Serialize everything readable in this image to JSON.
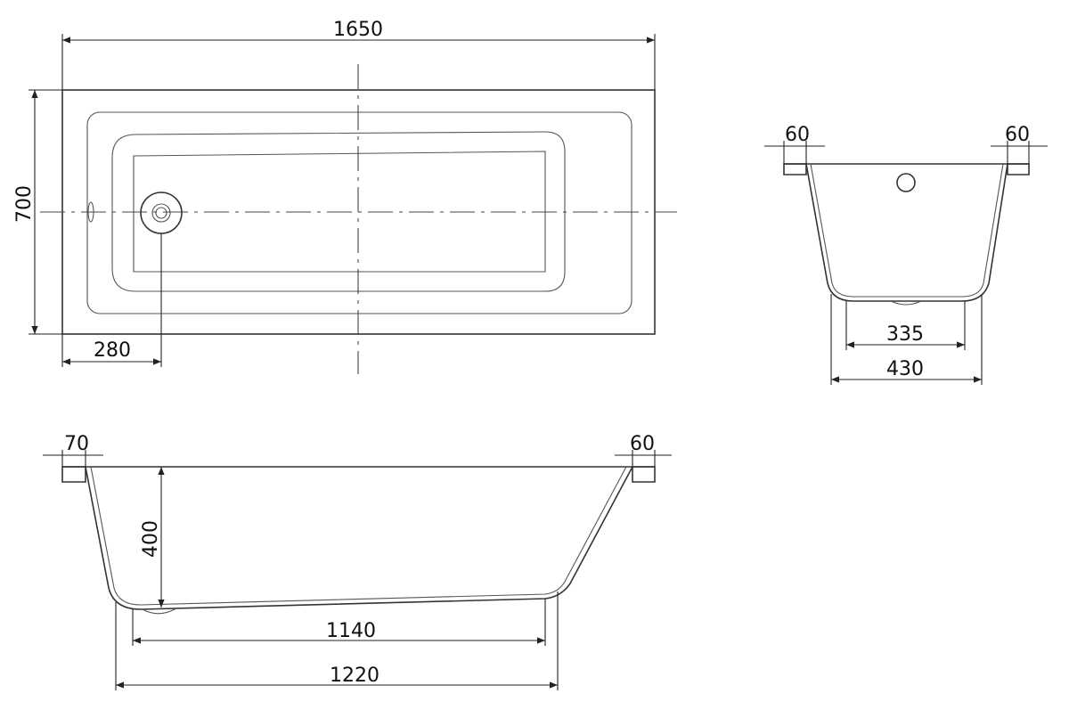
{
  "dimensions": {
    "plan_length": "1650",
    "plan_width": "700",
    "plan_drain_offset": "280",
    "end_rim_left": "60",
    "end_rim_right": "60",
    "end_bottom_inner": "335",
    "end_bottom_outer": "430",
    "side_rim_left": "70",
    "side_rim_right": "60",
    "side_depth": "400",
    "side_bottom_inner": "1140",
    "side_bottom_outer": "1220"
  }
}
